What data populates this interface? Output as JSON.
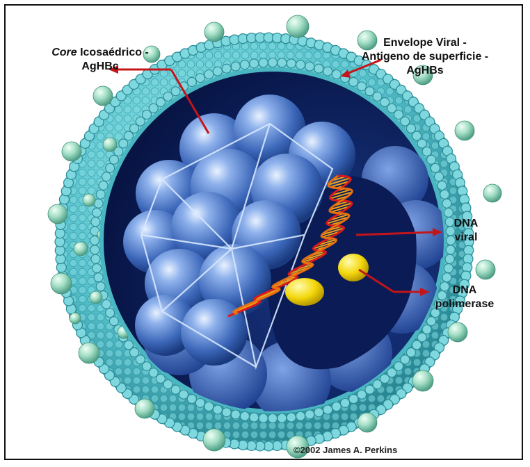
{
  "labels": {
    "core_italic": "Core",
    "core_rest": " Icosaédrico -",
    "core_line2": "AgHBc",
    "envelope_line1": "Envelope Viral -",
    "envelope_line2": "Antigeno de superficie -",
    "envelope_line3": "AgHBs",
    "dna_line1": "DNA",
    "dna_line2": "viral",
    "polymerase_line1": "DNA",
    "polymerase_line2": "polimerase"
  },
  "credit": "©2002 James A. Perkins",
  "colors": {
    "membrane": "#5cc3cc",
    "membrane_dark": "#2a8a96",
    "antigen_sphere": "#9fdcc2",
    "interior": "#0c1e55",
    "core_sphere": "#4d7ccc",
    "dna_strand": "#d81a1a",
    "dna_rung": "#f2a21a",
    "polymerase": "#f5dc10",
    "arrow": "#c4151a"
  }
}
